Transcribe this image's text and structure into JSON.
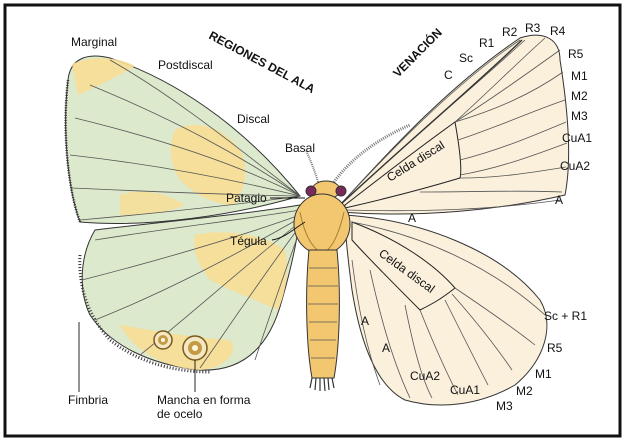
{
  "headers": {
    "regions": "REGIONES DEL ALA",
    "venation": "VENACIÓN"
  },
  "regions": {
    "marginal": "Marginal",
    "postdiscal": "Postdiscal",
    "discal": "Discal",
    "basal": "Basal"
  },
  "body_parts": {
    "patagio": "Patagio",
    "tegula": "Tégula",
    "fimbria": "Fimbria",
    "ocelo_line1": "Mancha en forma",
    "ocelo_line2": "de ocelo"
  },
  "veins_forewing": {
    "C": "C",
    "Sc": "Sc",
    "R1": "R1",
    "R2": "R2",
    "R3": "R3",
    "R4": "R4",
    "R5": "R5",
    "M1": "M1",
    "M2": "M2",
    "M3": "M3",
    "CuA1": "CuA1",
    "CuA2": "CuA2",
    "A": "A",
    "cell": "Celda discal"
  },
  "veins_hindwing": {
    "ScR1": "Sc + R1",
    "R5": "R5",
    "M1": "M1",
    "M2": "M2",
    "M3": "M3",
    "CuA1": "CuA1",
    "CuA2": "CuA2",
    "A_upper": "A",
    "A_lower": "A",
    "A_base": "A",
    "cell": "Celda discal"
  },
  "colors": {
    "frame": "#111111",
    "wing_green": "#dde9cc",
    "wing_yellow": "#f7de96",
    "wing_cream": "#faf0dc",
    "body": "#f2c770"
  }
}
